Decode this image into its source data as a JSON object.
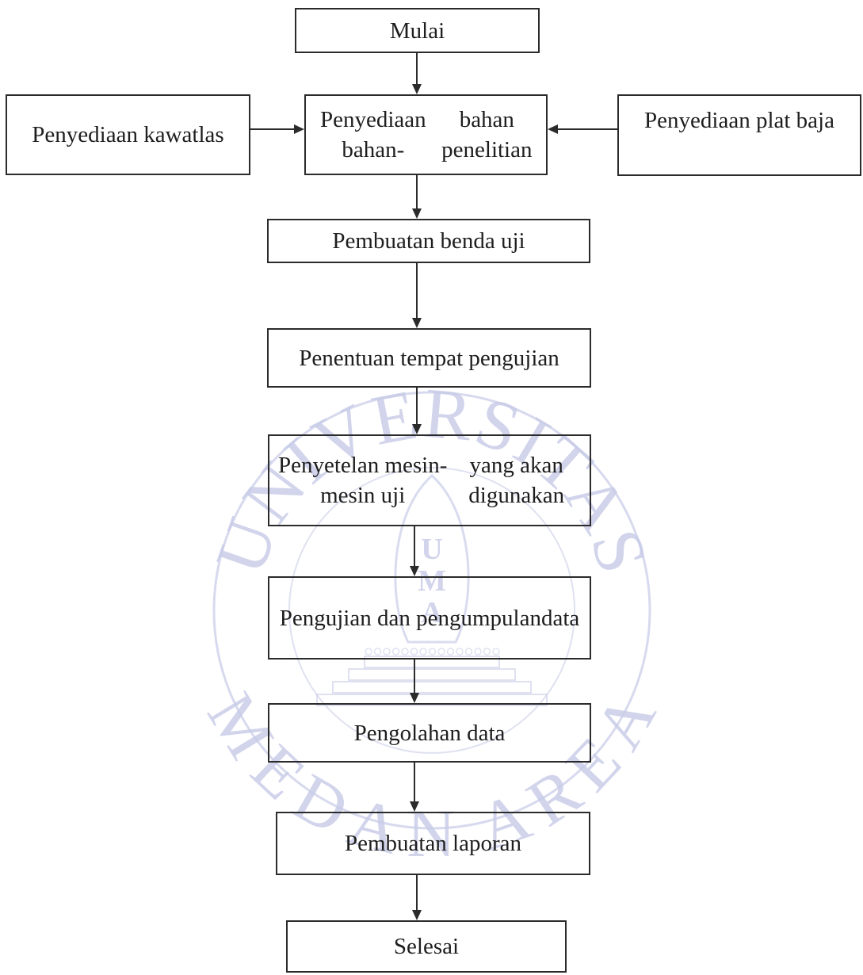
{
  "flowchart": {
    "nodes": [
      {
        "id": "mulai",
        "lines": [
          "Mulai"
        ]
      },
      {
        "id": "kawat",
        "lines": [
          "Penyediaan kawat",
          "las"
        ]
      },
      {
        "id": "bahan",
        "lines": [
          "Penyediaan bahan-",
          "bahan penelitian"
        ]
      },
      {
        "id": "plat",
        "lines": [
          "Penyediaan plat baja"
        ]
      },
      {
        "id": "benda",
        "lines": [
          "Pembuatan benda uji"
        ]
      },
      {
        "id": "tempat",
        "lines": [
          "Penentuan tempat pengujian"
        ]
      },
      {
        "id": "mesin",
        "lines": [
          "Penyetelan mesin-mesin uji",
          "yang akan digunakan"
        ]
      },
      {
        "id": "pengujian",
        "lines": [
          "Pengujian dan pengumpulan",
          "data"
        ]
      },
      {
        "id": "olah",
        "lines": [
          "Pengolahan data"
        ]
      },
      {
        "id": "laporan",
        "lines": [
          "Pembuatan laporan"
        ]
      },
      {
        "id": "selesai",
        "lines": [
          "Selesai"
        ]
      }
    ],
    "edges": [
      {
        "from": "mulai",
        "to": "bahan"
      },
      {
        "from": "kawat",
        "to": "bahan"
      },
      {
        "from": "plat",
        "to": "bahan"
      },
      {
        "from": "bahan",
        "to": "benda"
      },
      {
        "from": "benda",
        "to": "tempat"
      },
      {
        "from": "tempat",
        "to": "mesin"
      },
      {
        "from": "mesin",
        "to": "pengujian"
      },
      {
        "from": "pengujian",
        "to": "olah"
      },
      {
        "from": "olah",
        "to": "laporan"
      },
      {
        "from": "laporan",
        "to": "selesai"
      }
    ]
  },
  "watermark": {
    "top_text": "UNIVERSITAS",
    "bottom_text": "MEDAN AREA",
    "emblem_letters": [
      "U",
      "M",
      "A"
    ],
    "color": "#c9cde8"
  }
}
